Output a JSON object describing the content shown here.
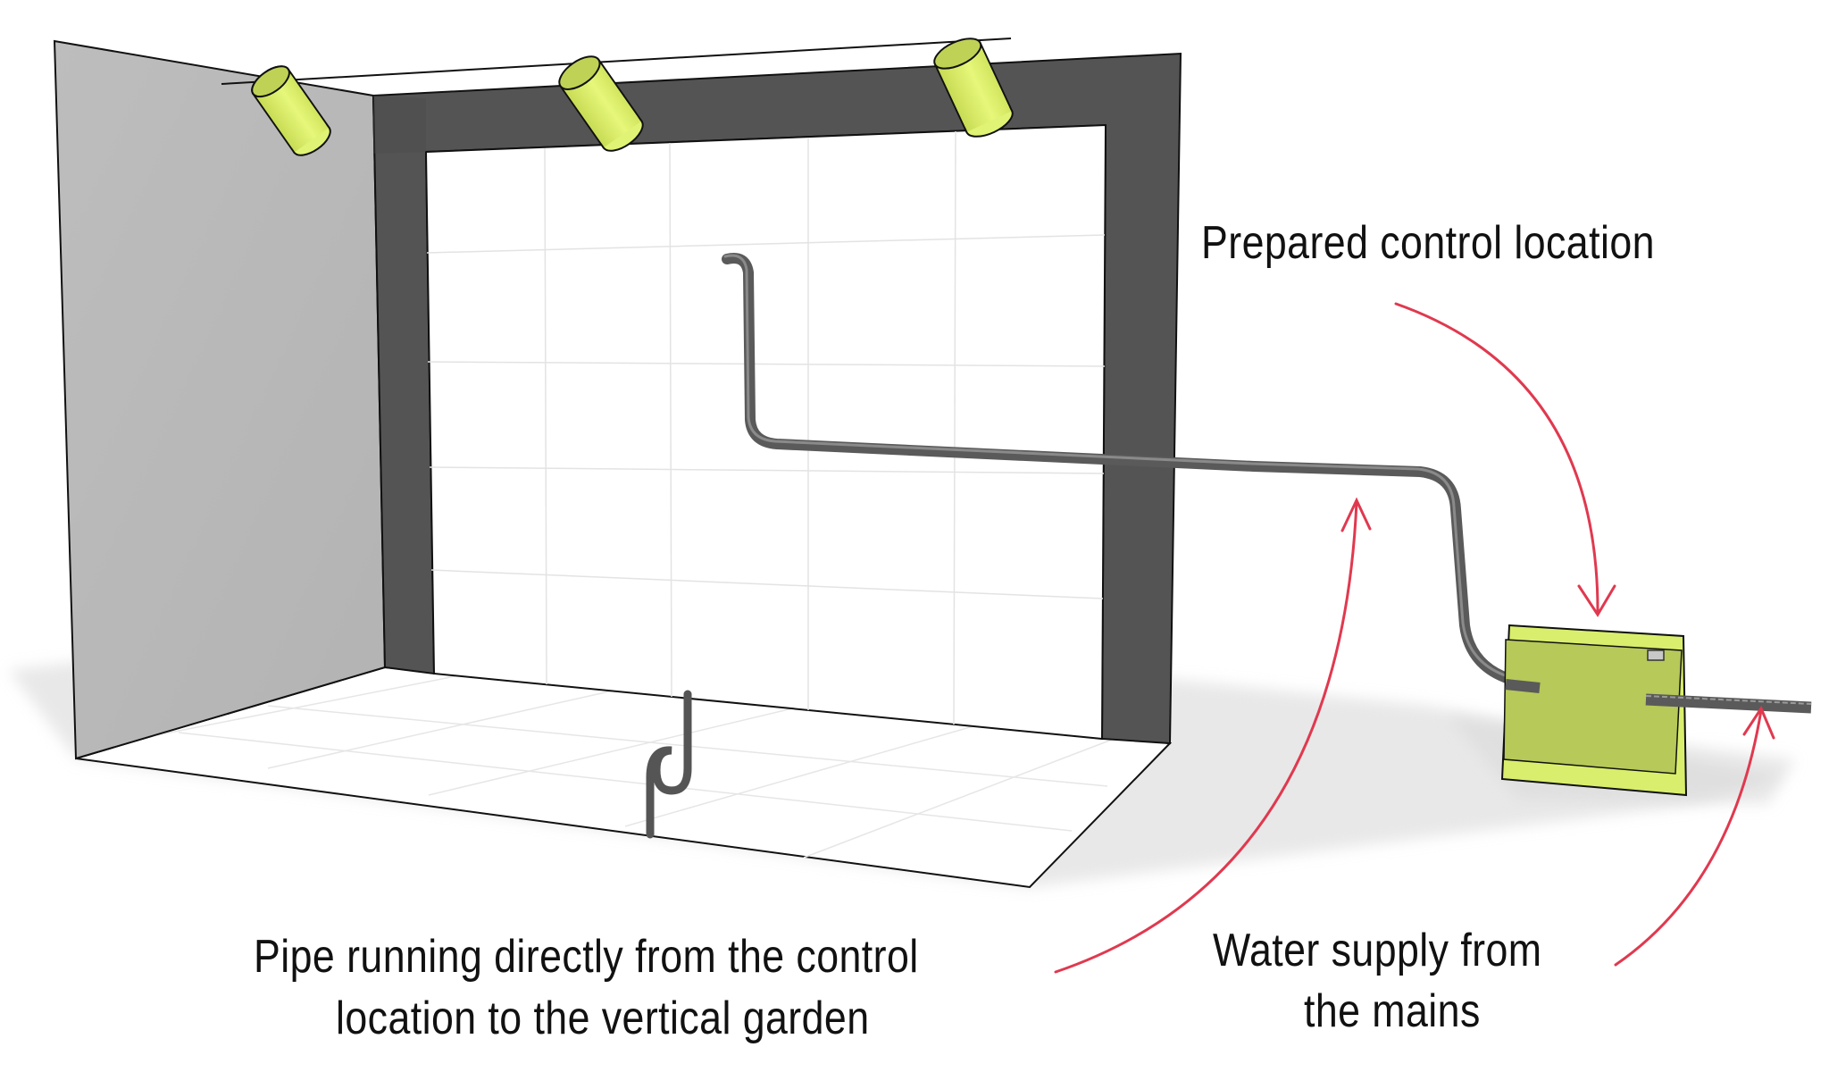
{
  "diagram": {
    "title": "Vertical garden irrigation layout",
    "labels": {
      "control_location": "Prepared control location",
      "pipe_line1": "Pipe running directly from the control",
      "pipe_line2": "location to the vertical garden",
      "water_line1": "Water supply from",
      "water_line2": "the mains"
    },
    "components": [
      {
        "id": "left-wall",
        "label": "Side wall"
      },
      {
        "id": "frame",
        "label": "Vertical garden frame"
      },
      {
        "id": "floor",
        "label": "Floor"
      },
      {
        "id": "lamp-1",
        "label": "Grow light"
      },
      {
        "id": "lamp-2",
        "label": "Grow light"
      },
      {
        "id": "lamp-3",
        "label": "Grow light"
      },
      {
        "id": "supply-pipe",
        "label": "Pipe to vertical garden"
      },
      {
        "id": "drain-pipe",
        "label": "Drain pipe"
      },
      {
        "id": "control-box",
        "label": "Control box"
      },
      {
        "id": "mains-pipe",
        "label": "Mains water pipe"
      }
    ],
    "colors": {
      "lamp": "#dcef6a",
      "box": "#b7c95a",
      "box_edge": "#d9ee6c",
      "frame": "#555555",
      "wall": "#b8b8b8",
      "pipe": "#5a5a5a",
      "arrow": "#e0394f"
    }
  }
}
